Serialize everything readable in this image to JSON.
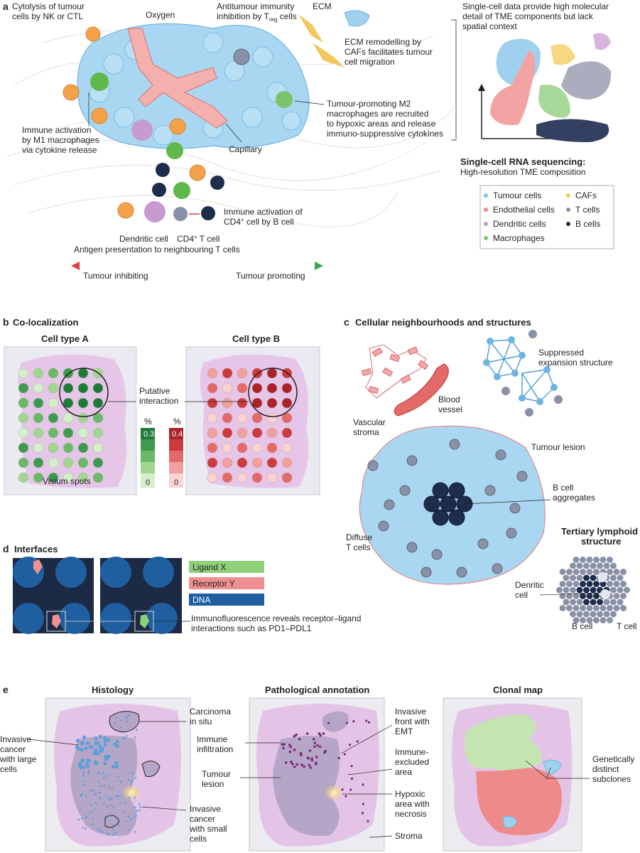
{
  "panel_a": {
    "letter": "a",
    "cytolysis": [
      "Cytolysis of tumour",
      "cells by NK or CTL"
    ],
    "oxygen": "Oxygen",
    "antitumour": [
      "Antitumour immunity",
      "inhibition by T",
      "reg",
      " cells"
    ],
    "ecm": "ECM",
    "ecm_remodelling": [
      "ECM remodelling by",
      "CAFs facilitates tumour",
      "cell migration"
    ],
    "m2": [
      "Tumour-promoting M2",
      "macrophages are recruited",
      "to hypoxic areas and release",
      "immuno-suppressive cytokines"
    ],
    "immune_activation_m1": [
      "Immune activation",
      "by M1 macrophages",
      "via cytokine release"
    ],
    "capillary": "Capillary",
    "b_cell_activation": [
      "Immune activation of",
      "CD4",
      "+",
      " cell by B cell"
    ],
    "dendritic_cell": "Dendritic cell",
    "cd4_t_cell": [
      "CD4",
      "+",
      " T cell"
    ],
    "antigen_presentation": "Antigen presentation to neighbouring T cells",
    "gradient_left": "Tumour inhibiting",
    "gradient_right": "Tumour promoting",
    "single_cell_note": [
      "Single-cell data provide high molecular",
      "detail of TME components but lack",
      "spatial context"
    ],
    "scrnaseq_title": "Single-cell RNA sequencing:",
    "scrnaseq_sub": "High-resolution TME composition",
    "legend": [
      {
        "label": "Tumour cells",
        "color": "#7dc3ea"
      },
      {
        "label": "CAFs",
        "color": "#f2c75c"
      },
      {
        "label": "Endothelial cells",
        "color": "#ef8a8a"
      },
      {
        "label": "T cells",
        "color": "#8d93a8"
      },
      {
        "label": "Dendritic cells",
        "color": "#c79ad0"
      },
      {
        "label": "B cells",
        "color": "#1f2d4d"
      },
      {
        "label": "Macrophages",
        "color": "#7cc36a"
      }
    ]
  },
  "panel_b": {
    "letter": "b",
    "title": "Co-localization",
    "cell_type_a": "Cell type A",
    "cell_type_b": "Cell type B",
    "putative": [
      "Putative",
      "interaction"
    ],
    "visium": "Visium spots",
    "scale_a": {
      "unit": "%",
      "max": "0.3",
      "min": "0"
    },
    "scale_b": {
      "unit": "%",
      "max": "0.4",
      "min": "0"
    }
  },
  "panel_c": {
    "letter": "c",
    "title": "Cellular neighbourhoods and structures",
    "suppressed": [
      "Suppressed",
      "expansion structure"
    ],
    "blood_vessel": [
      "Blood",
      "vessel"
    ],
    "vascular_stroma": [
      "Vascular",
      "stroma"
    ],
    "tumour_lesion": "Tumour lesion",
    "b_cell_aggregates": [
      "B cell",
      "aggregates"
    ],
    "diffuse_t": [
      "Diffuse",
      "T cells"
    ],
    "tls_title": [
      "Tertiary lymphoid",
      "structure"
    ],
    "dendritic": [
      "Denritic",
      "cell"
    ],
    "b_cell": "B cell",
    "t_cell": "T cell"
  },
  "panel_d": {
    "letter": "d",
    "title": "Interfaces",
    "legend": [
      {
        "label": "Ligand X",
        "color": "#8fd07a"
      },
      {
        "label": "Receptor Y",
        "color": "#ef8f8f"
      },
      {
        "label": "DNA",
        "color": "#1f5fa0"
      }
    ],
    "note": [
      "Immunofluorescence reveals receptor–ligand",
      "interactions such as PD1–PDL1"
    ]
  },
  "panel_e": {
    "letter": "e",
    "histology": "Histology",
    "pathological": "Pathological annotation",
    "clonal": "Clonal map",
    "carcinoma": [
      "Carcinoma",
      "in situ"
    ],
    "invasive_large": [
      "Invasive",
      "cancer",
      "with large",
      "cells"
    ],
    "invasive_small": [
      "Invasive",
      "cancer",
      "with small",
      "cells"
    ],
    "immune_infiltration": [
      "Immune",
      "infiltration"
    ],
    "tumour_lesion": [
      "Tumour",
      "lesion"
    ],
    "invasive_front": [
      "Invasive",
      "front with",
      "EMT"
    ],
    "immune_excluded": [
      "Immune-",
      "excluded",
      "area"
    ],
    "hypoxic": [
      "Hypoxic",
      "area with",
      "necrosis"
    ],
    "stroma": "Stroma",
    "subclones": [
      "Genetically",
      "distinct",
      "subclones"
    ]
  }
}
